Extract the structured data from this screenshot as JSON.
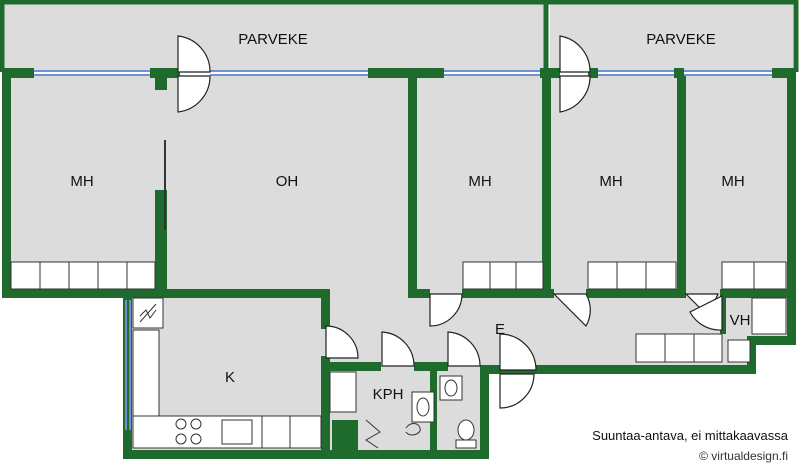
{
  "rooms": {
    "balcony_left": "PARVEKE",
    "balcony_right": "PARVEKE",
    "bedroom_1": "MH",
    "living_room": "OH",
    "bedroom_2": "MH",
    "bedroom_3": "MH",
    "bedroom_4": "MH",
    "entrance": "E",
    "kitchen": "K",
    "bathroom": "KPH",
    "closet": "VH"
  },
  "captions": {
    "note": "Suuntaa-antava, ei mittakaavassa",
    "copyright": "© virtualdesign.fi"
  },
  "colors": {
    "wall": "#1f6b2d",
    "floor": "#dcdcdc",
    "window": "#6f8fd6"
  }
}
